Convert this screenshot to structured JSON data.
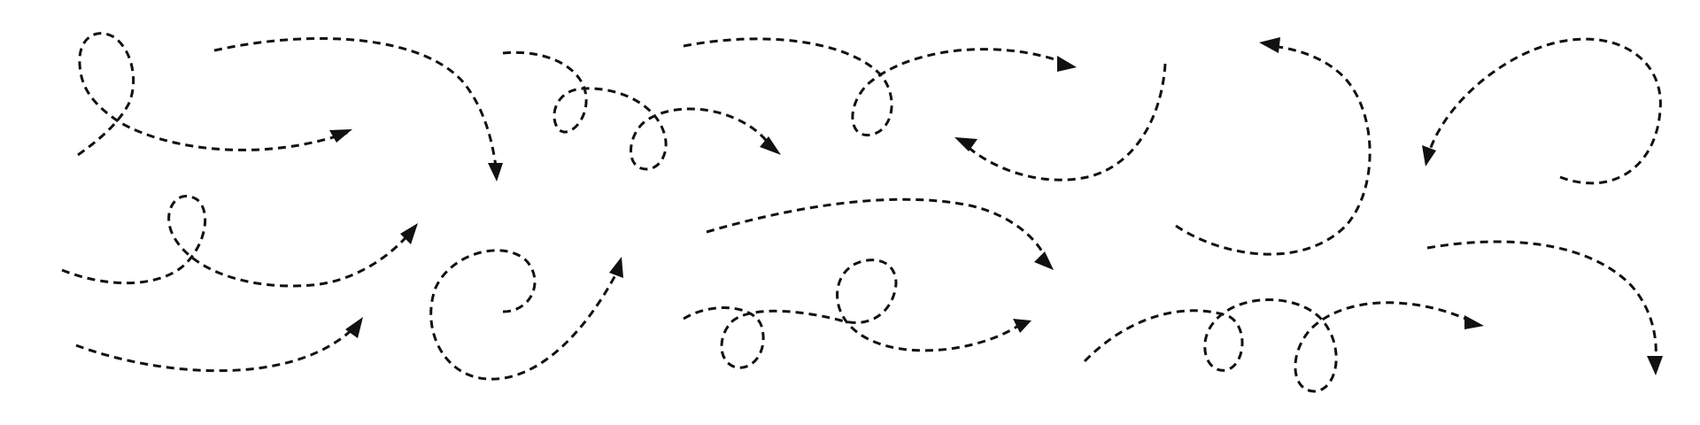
{
  "style": {
    "background": "#ffffff",
    "stroke_color": "#111111"
  },
  "arrows": [
    {
      "name": "dashed-loop-arrow-1",
      "icon": "curly-loop-arrow-right-icon"
    },
    {
      "name": "dashed-arc-arrow-2",
      "icon": "curved-arrow-down-icon"
    },
    {
      "name": "dashed-double-loop-arrow-3",
      "icon": "double-loop-arrow-right-icon"
    },
    {
      "name": "dashed-loop-arrow-4",
      "icon": "curly-loop-arrow-right-icon"
    },
    {
      "name": "dashed-arc-arrow-5",
      "icon": "curved-arrow-left-icon"
    },
    {
      "name": "dashed-arc-arrow-6",
      "icon": "curved-arrow-up-left-icon"
    },
    {
      "name": "dashed-arc-arrow-7",
      "icon": "curved-arrow-down-left-icon"
    },
    {
      "name": "dashed-loop-arrow-8",
      "icon": "curly-loop-arrow-right-icon"
    },
    {
      "name": "dashed-curve-arrow-9",
      "icon": "curved-arrow-right-icon"
    },
    {
      "name": "dashed-spiral-arrow-10",
      "icon": "spiral-arrow-up-icon"
    },
    {
      "name": "dashed-arc-arrow-11",
      "icon": "curved-arrow-down-right-icon"
    },
    {
      "name": "dashed-double-loop-arrow-12",
      "icon": "double-loop-arrow-right-icon"
    },
    {
      "name": "dashed-double-loop-arrow-13",
      "icon": "double-loop-arrow-right-icon"
    },
    {
      "name": "dashed-arc-arrow-14",
      "icon": "curved-arrow-down-icon"
    }
  ]
}
